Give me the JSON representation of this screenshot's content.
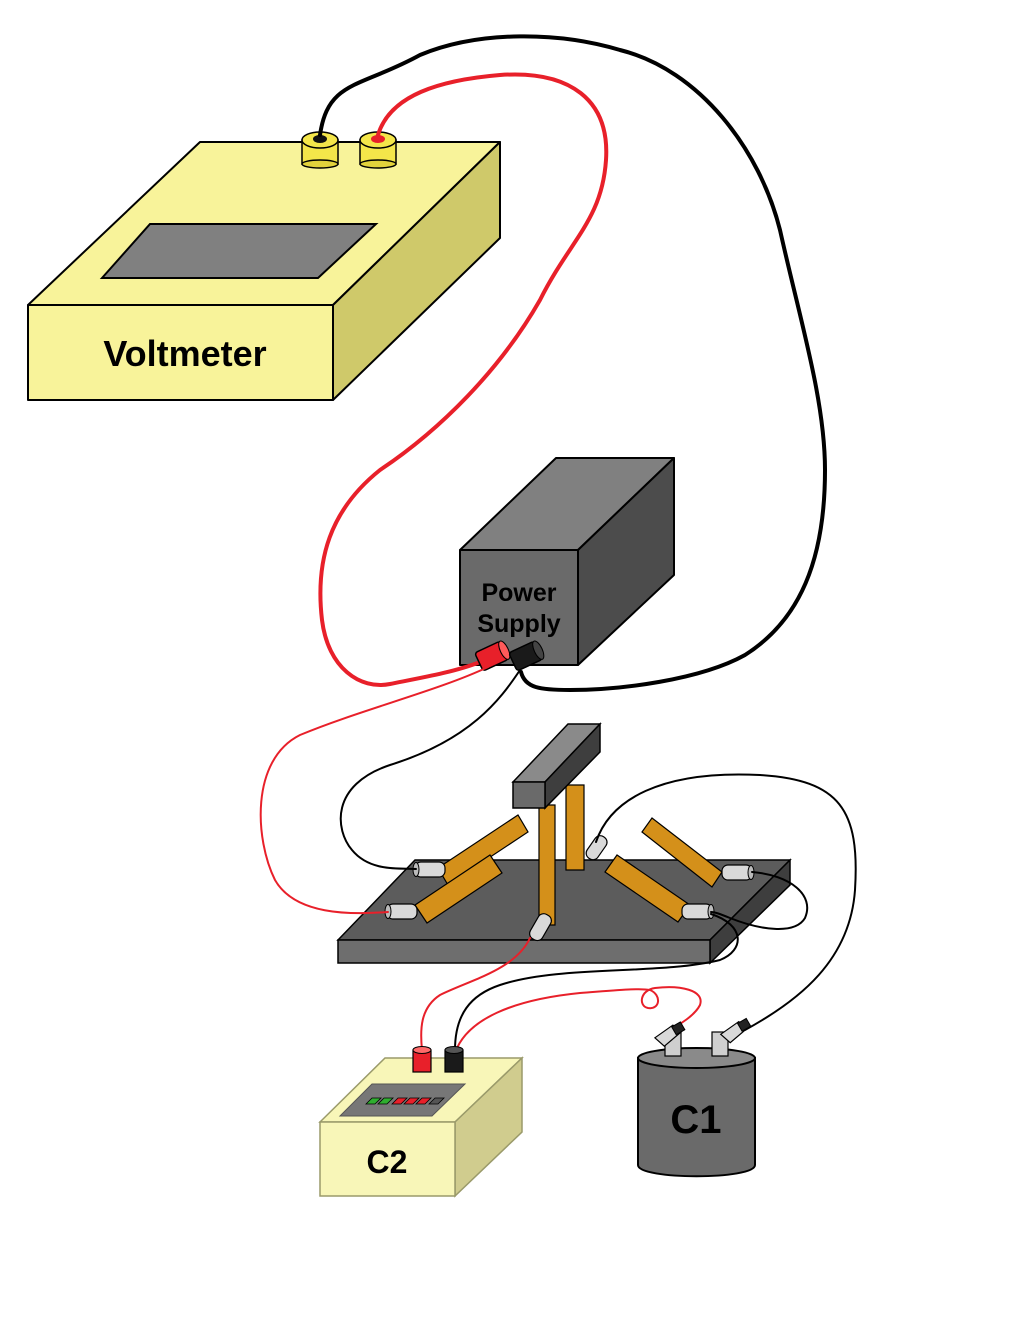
{
  "labels": {
    "voltmeter": "Voltmeter",
    "power_line1": "Power",
    "power_line2": "Supply",
    "c1": "C1",
    "c2": "C2"
  },
  "colors": {
    "voltmeter_body": "#f8f39a",
    "voltmeter_side": "#cfc96a",
    "power_supply": "#5a5a5a",
    "base_plate": "#5c5c5c",
    "electrode": "#d4901a",
    "red_wire": "#e8202a",
    "black_wire": "#000000",
    "c1_body": "#6a6a6a",
    "c2_body": "#f8f6b8"
  }
}
